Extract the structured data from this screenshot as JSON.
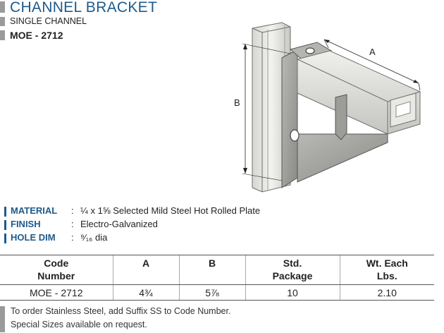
{
  "header": {
    "title": "CHANNEL BRACKET",
    "subtitle": "SINGLE CHANNEL",
    "model": "MOE - 2712"
  },
  "illustration": {
    "dim_a_label": "A",
    "dim_b_label": "B"
  },
  "specs": [
    {
      "label": "MATERIAL",
      "sep": ":",
      "value": "¼ x 1⅝ Selected Mild Steel Hot Rolled Plate"
    },
    {
      "label": "FINISH",
      "sep": ":",
      "value": "Electro-Galvanized"
    },
    {
      "label": "HOLE DIM",
      "sep": ":",
      "value": "⁹⁄₁₆ dia"
    }
  ],
  "table": {
    "headers": [
      {
        "line1": "Code",
        "line2": "Number"
      },
      {
        "line1": "A",
        "line2": ""
      },
      {
        "line1": "B",
        "line2": ""
      },
      {
        "line1": "Std.",
        "line2": "Package"
      },
      {
        "line1": "Wt. Each",
        "line2": "Lbs."
      }
    ],
    "rows": [
      [
        "MOE - 2712",
        "4¾",
        "5⅞",
        "10",
        "2.10"
      ]
    ]
  },
  "notes": [
    "To order Stainless Steel, add Suffix SS to Code Number.",
    "Special Sizes available on request."
  ],
  "colors": {
    "brand_blue": "#1d5a8c",
    "marker_gray": "#9a9a9a"
  }
}
